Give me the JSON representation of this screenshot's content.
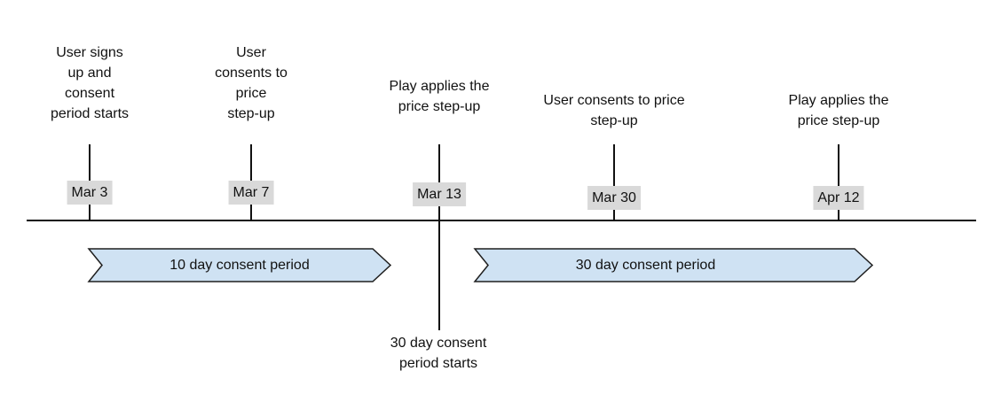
{
  "diagram": {
    "type": "timeline",
    "events": [
      {
        "date": "Mar 3",
        "label": "User signs\nup and\nconsent\nperiod starts"
      },
      {
        "date": "Mar 7",
        "label": "User\nconsents to\nprice\nstep-up"
      },
      {
        "date": "Mar 13",
        "label": "Play applies the\nprice step-up",
        "note_below": "30 day consent\nperiod starts"
      },
      {
        "date": "Mar 30",
        "label": "User consents to price\nstep-up"
      },
      {
        "date": "Apr 12",
        "label": "Play applies the\nprice step-up"
      }
    ],
    "periods": [
      {
        "label": "10 day consent period"
      },
      {
        "label": "30 day consent period"
      }
    ],
    "colors": {
      "banner_fill": "#cfe2f3",
      "banner_stroke": "#1f1f1f",
      "date_chip_bg": "#d9d9d9",
      "line": "#111111"
    }
  }
}
